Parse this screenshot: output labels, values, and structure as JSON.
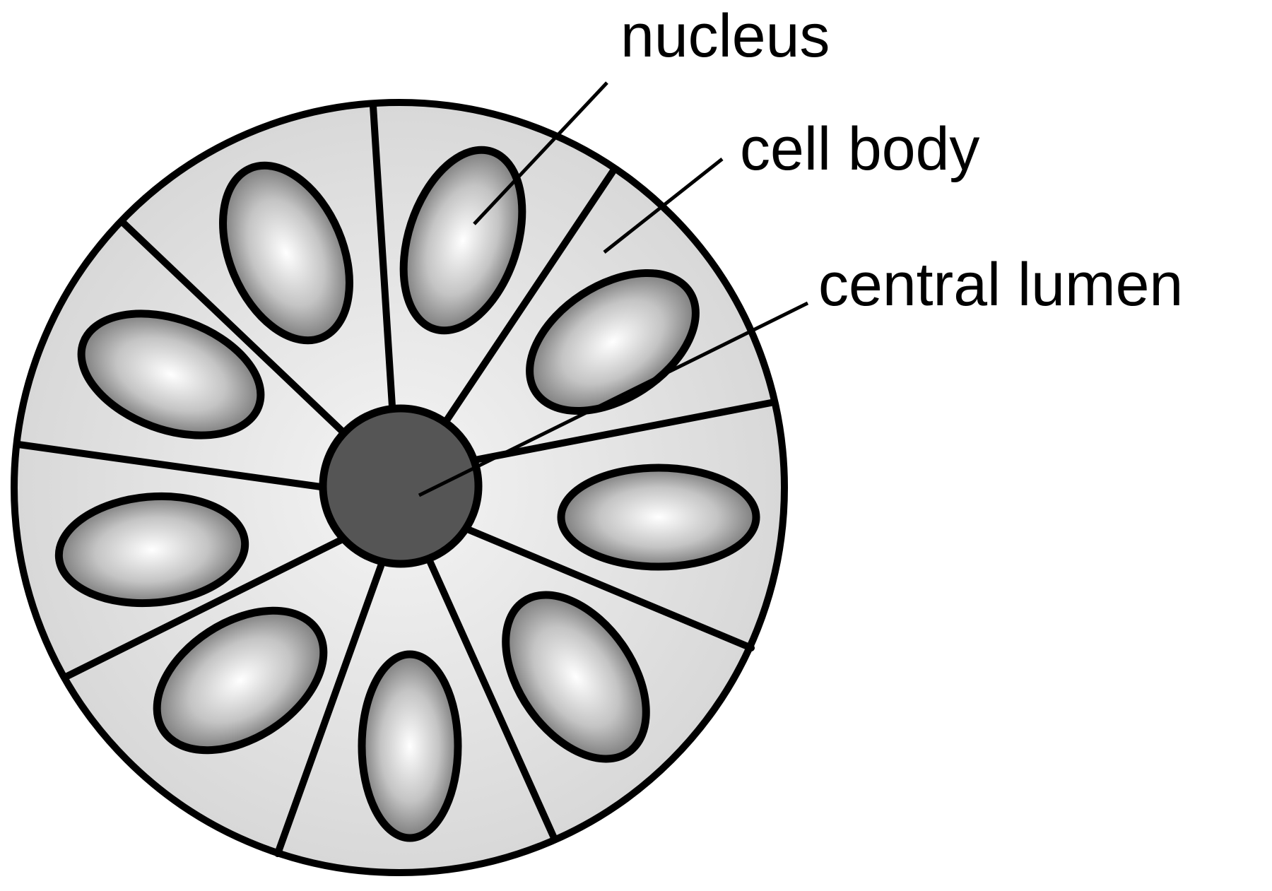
{
  "labels": {
    "nucleus": "nucleus",
    "cell_body": "cell body",
    "central_lumen": "central lumen"
  },
  "colors": {
    "outline": "#000000",
    "cell_body_fill": "#dedede",
    "lumen_fill": "#555555",
    "nucleus_center": "#ffffff",
    "nucleus_edge": "#6a6a6a"
  },
  "structure": {
    "cell_count": 9,
    "nucleus_count": 9
  }
}
